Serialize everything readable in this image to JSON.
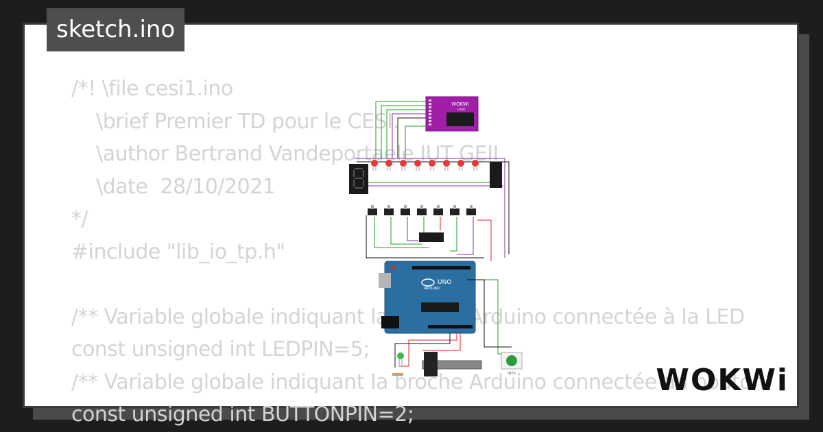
{
  "title": "sketch.ino",
  "brand": "WOKWi",
  "code_lines": [
    "/*! \\file cesi1.ino",
    "    \\brief Premier TD pour le CESI.",
    "    \\author Bertrand Vandeportaele IUT GEII",
    "    \\date  28/10/2021",
    "*/",
    "#include \"lib_io_tp.h\"",
    "",
    "/** Variable globale indiquant la broche Arduino connectée à la LED",
    "const unsigned int LEDPIN=5;",
    "/** Variable globale indiquant la broche Arduino connectée au bouton",
    "const unsigned int BUTTONPIN=2;"
  ],
  "circuit": {
    "logic_analyzer_label": "WOKWi",
    "logic_analyzer_sub": "LOGIC",
    "board_label": "UNO",
    "board_brand": "ARDUINO",
    "button_label": "INT0",
    "colors": {
      "analyzer": "#a21ea8",
      "board": "#2b6ea2",
      "led_red": "#e23b3b",
      "led_green": "#3fb54a",
      "wire_green": "#1aa11a",
      "wire_purple": "#8b2bb0",
      "wire_red": "#e02020",
      "wire_black": "#111111"
    }
  }
}
